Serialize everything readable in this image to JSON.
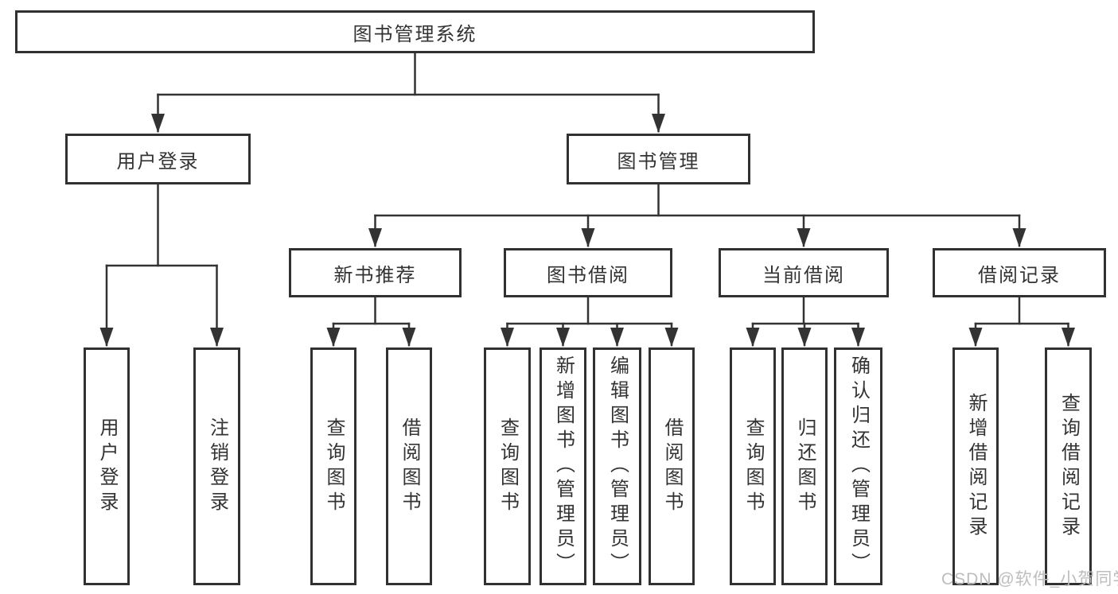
{
  "tree": {
    "root": "图书管理系统",
    "user_login": {
      "label": "用户登录",
      "children": [
        "用户登录",
        "注销登录"
      ]
    },
    "book_mgmt": {
      "label": "图书管理",
      "sections": [
        {
          "label": "新书推荐",
          "children": [
            "查询图书",
            "借阅图书"
          ]
        },
        {
          "label": "图书借阅",
          "children": [
            "查询图书",
            "新增图书（管理员）",
            "编辑图书（管理员）",
            "借阅图书"
          ]
        },
        {
          "label": "当前借阅",
          "children": [
            "查询图书",
            "归还图书",
            "确认归还（管理员）"
          ]
        },
        {
          "label": "借阅记录",
          "children": [
            "新增借阅记录",
            "查询借阅记录"
          ]
        }
      ]
    }
  },
  "watermark": "CSDN @软件_小贺同学",
  "colors": {
    "line": "#333333",
    "box_border": "#313131",
    "text": "#333333",
    "watermark": "#bdbdbd",
    "background": "#ffffff"
  }
}
